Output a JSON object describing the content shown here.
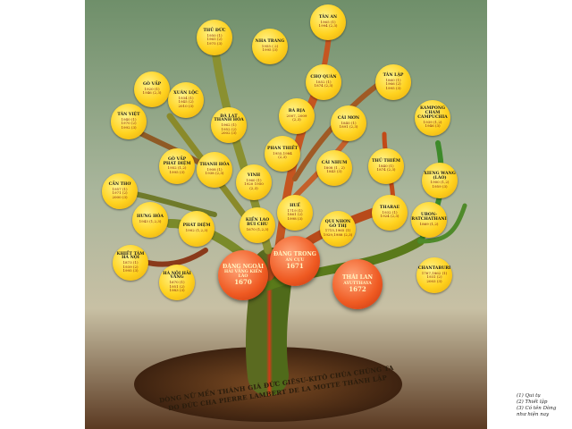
{
  "colors": {
    "bg_top": "#6f8f6a",
    "bg_mid": "#b9bda8",
    "bg_bottom": "#5b3a22",
    "leaf_fill": "#ffd21f",
    "root_fill": "#ef5a22",
    "trunk": "#6b7a2a"
  },
  "roots": [
    {
      "name": "ĐÀNG NGOÀI",
      "sub": "HẢI VĂNG KIẾN LÀO",
      "year": "1670"
    },
    {
      "name": "ĐÀNG TRONG",
      "sub": "AN CỰU",
      "year": "1671"
    },
    {
      "name": "THÁI LAN",
      "sub": "AYUTTHAYA",
      "year": "1672"
    }
  ],
  "nodes": [
    {
      "name": "TÂN AN",
      "dates": "1965 (1)\n1994 (2,3)"
    },
    {
      "name": "THỦ ĐỨC",
      "dates": "1950 (1)\n1965 (2)\n1975 (3)"
    },
    {
      "name": "NHA TRANG",
      "dates": "1955 (.2)\n1995 (3)"
    },
    {
      "name": "CHỢ QUÁN",
      "dates": "1852 (1)\n1874 (2,3)"
    },
    {
      "name": "TÂN LẬP",
      "dates": "1860 (1)\n1966 (2)\n1995 (3)"
    },
    {
      "name": "GÒ VẤP",
      "dates": "1920 (1)\n1946 (2,3)"
    },
    {
      "name": "XUÂN LỘC",
      "dates": "1934 (1)\n1945 (2)\n2010 (3)"
    },
    {
      "name": "ĐÀ LẠT THANH HÓA",
      "dates": "1962 (1)\n1952 (2)\n2002 (3)"
    },
    {
      "name": "BÀ RỊA",
      "dates": "2007, 2009\n(2,3)"
    },
    {
      "name": "CÁI MƠN",
      "dates": "1840 (1)\n1891 (2,3)"
    },
    {
      "name": "KAMPONG CHAM CAMPUCHIA",
      "dates": "1939 (1,2)\n1946 (3)"
    },
    {
      "name": "TÂN VIỆT",
      "dates": "1940 (1)\n1970 (2)\n1992 (3)"
    },
    {
      "name": "GÒ VẤP PHÁT DIỆM",
      "dates": "1952 (1,2)\n1995 (3)"
    },
    {
      "name": "THANH HÓA",
      "dates": "1908 (1)\n1938 (2,3)"
    },
    {
      "name": "PHAN THIẾT",
      "dates": "1955,1984\n(2,3)"
    },
    {
      "name": "CÁI NHUM",
      "dates": "1808 (1 , 2)\n1843 (3)"
    },
    {
      "name": "THỦ THIÊM",
      "dates": "1840 (1)\n1874 (2,3)"
    },
    {
      "name": "CẦN THƠ",
      "dates": "1957 (1)\n1971 (2)\n2000 (3)"
    },
    {
      "name": "HƯNG HÓA",
      "dates": "1943 (1,2,3)"
    },
    {
      "name": "VINH",
      "dates": "1960 (1)\n1920 1950\n(2,3)"
    },
    {
      "name": "XIENG WANG (LÀO)",
      "dates": "1900 (1,2)\n1959 (3)"
    },
    {
      "name": "PHÁT DIỆM",
      "dates": "1902 (1,2,3)"
    },
    {
      "name": "HUẾ",
      "dates": "1719 (1)\n1861 (2)\n1998 (3)"
    },
    {
      "name": "THARAE",
      "dates": "1932 (1)\n1924 (2,3)"
    },
    {
      "name": "UBON-RATCHATHANI",
      "dates": "1869 (1,2)"
    },
    {
      "name": "KIẾN LAO BÙI CHU",
      "dates": "1670 (1,2,3)"
    },
    {
      "name": "QUI NHƠN GÒ THỊ",
      "dates": "1715,1965 (1)\n1929,1988 (2,3)"
    },
    {
      "name": "KHIẾT TÂM HÀ NỘI",
      "dates": "1873 (1)\n1939 (2)\n1995 (3)"
    },
    {
      "name": "HÀ NỘI HẢI VĂNG",
      "dates": "1670 (1)\n1951 (2)\n1983 (3)"
    },
    {
      "name": "CHANTABURI",
      "dates": "1767,1862 (1)\n1931 (2)\n2003 (3)"
    }
  ],
  "title": {
    "line1": "DÒNG NỮ MẾN THÁNH GIÁ ĐỨC GIÊSU-KITÔ CHÚA CHÚNG TA",
    "line2": "DO ĐỨC CHA PIERRE LAMBERT DE LA MOTTE THÀNH LẬP"
  },
  "legend": [
    "(1) Qui tụ",
    "(2) Thiết lập",
    "(3) Có tên Dòng",
    "như hiện nay"
  ]
}
